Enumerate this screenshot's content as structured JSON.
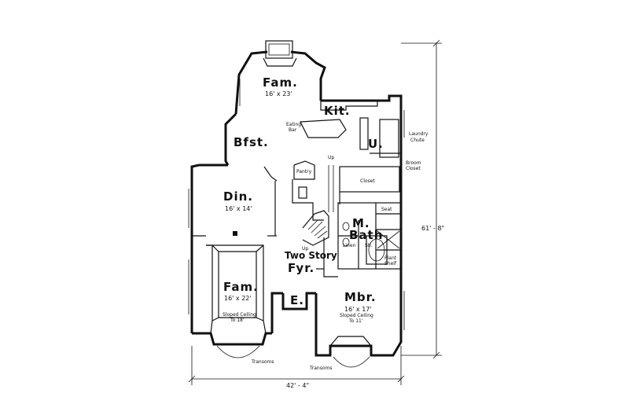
{
  "rooms": {
    "fam_upper": {
      "name": "Fam.",
      "size": "16' x 23'"
    },
    "kit": {
      "name": "Kit."
    },
    "bfst": {
      "name": "Bfst."
    },
    "din": {
      "name": "Din.",
      "size": "16' x 14'"
    },
    "fam_lower": {
      "name": "Fam.",
      "size": "16' x 22'",
      "note1": "Sloped Ceiling",
      "note2": "To 18'"
    },
    "two_story": {
      "line1": "Two Story"
    },
    "fyr": {
      "name": "Fyr."
    },
    "entry": {
      "name": "E."
    },
    "mbr": {
      "name": "Mbr.",
      "size": "16' x 17'",
      "note1": "Sloped Ceiling",
      "note2": "To 11'"
    },
    "m_bath": {
      "line1": "M.",
      "line2": "Bath"
    },
    "util": {
      "name": "U."
    }
  },
  "small_labels": {
    "eating_bar1": "Eating",
    "eating_bar2": "Bar",
    "pantry": "Pantry",
    "closet": "Closet",
    "broom1": "Broom",
    "broom2": "Closet",
    "laundry1": "Laundry",
    "laundry2": "Chute",
    "up1": "Up",
    "up2": "Up",
    "seat": "Seat",
    "linen": "Linen",
    "stl": "Stl.",
    "plant1": "Plant",
    "plant2": "Shelf",
    "transoms_left": "Transoms",
    "transoms_right": "Transoms"
  },
  "dimensions": {
    "width": "42' - 4\"",
    "depth": "61' - 8\""
  }
}
